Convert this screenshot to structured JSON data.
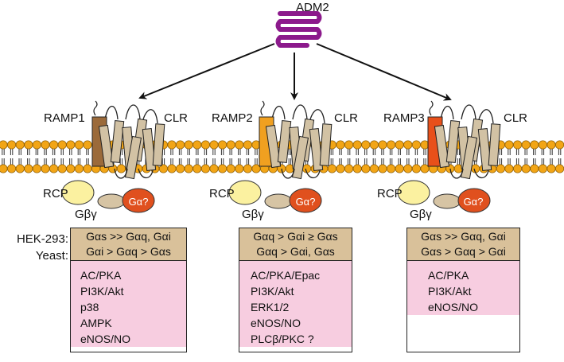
{
  "ligand": {
    "label": "ADM2"
  },
  "row_labels": {
    "hek": "HEK-293:",
    "yeast": "Yeast:"
  },
  "columns": [
    {
      "ramp": "RAMP1",
      "clr": "CLR",
      "rcp": "RCP",
      "gbg": "Gβγ",
      "ga": "Gα?",
      "ramp_color": "#9b6a3a",
      "hek": "Gαs >> Gαq, Gαi",
      "yeast": "Gαi > Gαq > Gαs",
      "pathways": [
        "AC/PKA",
        "PI3K/Akt",
        "p38",
        "AMPK",
        "eNOS/NO"
      ]
    },
    {
      "ramp": "RAMP2",
      "clr": "CLR",
      "rcp": "RCP",
      "gbg": "Gβγ",
      "ga": "Gα?",
      "ramp_color": "#f0a020",
      "hek": "Gαq > Gαi ≥ Gαs",
      "yeast": "Gαq > Gαi, Gαs",
      "pathways": [
        "AC/PKA/Epac",
        "PI3K/Akt",
        "ERK1/2",
        "eNOS/NO",
        "PLCβ/PKC ?"
      ]
    },
    {
      "ramp": "RAMP3",
      "clr": "CLR",
      "rcp": "RCP",
      "gbg": "Gβγ",
      "ga": "Gα?",
      "ramp_color": "#e8501a",
      "hek": "Gαs >> Gαq, Gαi",
      "yeast": "Gαs > Gαq > Gαi",
      "pathways": [
        "AC/PKA",
        "PI3K/Akt",
        "eNOS/NO"
      ]
    }
  ],
  "colors": {
    "membrane_head": "#f2a516",
    "helix": "#d2c2a4",
    "rcp": "#fbf1a0",
    "gbg": "#d6c4a4",
    "galpha": "#e0501e",
    "adm2": "#8c1a8c",
    "box_top": "#d9c19a",
    "box_bottom": "#f7cde0"
  }
}
